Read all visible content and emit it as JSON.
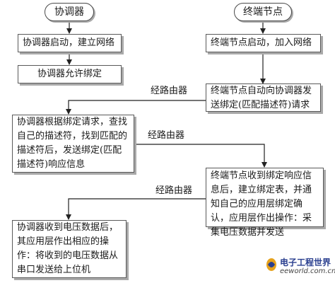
{
  "nodes": {
    "coordinator": "协调器",
    "end_node": "终端节点",
    "coord_start": "协调器启动，建立网络",
    "coord_allow_bind": "协调器允许绑定",
    "end_start": "终端节点启动，加入网络",
    "end_request": "终端节点自动向协调器发送绑定(匹配描述符)请求",
    "coord_respond": "协调器根据绑定请求，查找自己的描述符，找到匹配的描述符后，发送绑定(匹配描述符)响应信息",
    "end_receive": "终端节点收到绑定响应信息后，建立绑定表，并通知自己的应用层绑定确认，应用层作出操作：采集电压数据并发送",
    "coord_receive": "协调器收到电压数据后，其应用层作出相应的操作：将收到的电压数据从串口发送给上位机"
  },
  "edge_labels": {
    "router_1": "经路由器",
    "router_2": "经路由器",
    "router_3": "经路由器"
  },
  "watermark": {
    "name": "电子工程世界",
    "url": "eeworld.com.cn"
  }
}
